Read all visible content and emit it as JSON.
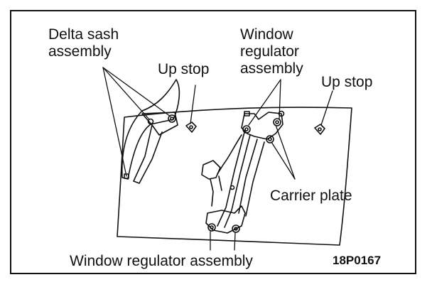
{
  "labels": {
    "delta_sash_line1": "Delta sash",
    "delta_sash_line2": "assembly",
    "up_stop_left": "Up stop",
    "window_reg_line1": "Window",
    "window_reg_line2": "regulator",
    "window_reg_line3": "assembly",
    "up_stop_right": "Up stop",
    "carrier_plate": "Carrier plate",
    "window_regulator_assembly": "Window regulator assembly",
    "figure_code": "18P0167"
  },
  "colors": {
    "ink": "#111111",
    "paper": "#ffffff"
  }
}
